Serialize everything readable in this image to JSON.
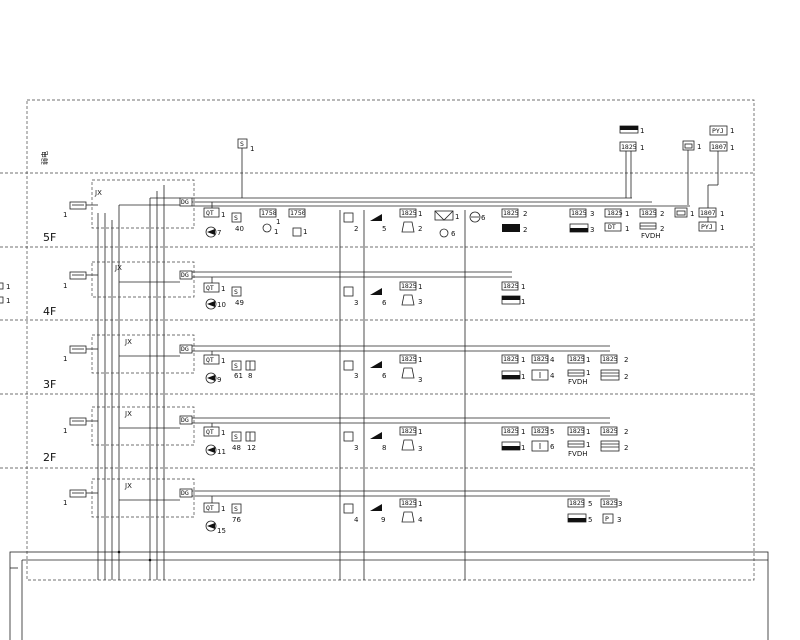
{
  "labels": {
    "top_left": "弱电",
    "jx": "JX",
    "dg": "DG",
    "qt": "QT",
    "s": "S",
    "c1825": "1825",
    "c1750": "1750",
    "c1758": "1758",
    "dt": "DT",
    "c1807": "1807",
    "pyj": "PYJ",
    "fvdh": "FVDH",
    "p": "P"
  },
  "floors": [
    {
      "name": "5F"
    },
    {
      "name": "4F"
    },
    {
      "name": "3F"
    },
    {
      "name": "2F"
    },
    {
      "name": ""
    }
  ],
  "counts": {
    "roof": {
      "s": "1",
      "black": "1",
      "c1825": "1",
      "phone": "1",
      "c1807": "1",
      "pyj": "1"
    },
    "f5": {
      "qt": "1",
      "qtv": "7",
      "s": "40",
      "c1758a": "1",
      "c1758b": "1",
      "c1750a": "1",
      "c1750b": "1",
      "te": "2",
      "tri": "5",
      "c1825a": "1",
      "c1825b": "2",
      "cross": "1",
      "crossb": "6",
      "circle": "6",
      "c1825c": "2",
      "blk": "2",
      "c1825d": "3",
      "blk2": "3",
      "dt1": "1",
      "dt2": "1",
      "c1825e": "2",
      "fvdh": "2",
      "phone": "1",
      "c1807": "1",
      "pyj": "1",
      "jx": "1"
    },
    "f4": {
      "qt": "1",
      "qtv": "10",
      "s": "49",
      "te": "3",
      "tri": "6",
      "c1825a": "1",
      "c1825b": "3",
      "c1825c": "1",
      "blk": "1",
      "jx": "1"
    },
    "f3": {
      "qt": "1",
      "qtv": "9",
      "s": "61",
      "s2": "8",
      "te": "3",
      "tri": "6",
      "c1825a": "1",
      "c1825b": "3",
      "c1825c": "1",
      "blk": "1",
      "c1825d": "4",
      "d4": "4",
      "c1825e": "1",
      "fvdh": "1",
      "c1825f": "2",
      "grid": "2",
      "jx": "1"
    },
    "f2": {
      "qt": "1",
      "qtv": "11",
      "s": "48",
      "s2": "12",
      "te": "3",
      "tri": "8",
      "c1825a": "1",
      "c1825b": "3",
      "c1825c": "1",
      "blk": "1",
      "c1825d": "5",
      "d6": "6",
      "c1825e": "1",
      "fvdh": "1",
      "c1825f": "2",
      "grid": "2",
      "jx": "1"
    },
    "f1": {
      "qt": "1",
      "qtv": "15",
      "s": "76",
      "te": "4",
      "tri": "9",
      "c1825a": "1",
      "c1825b": "4",
      "c1825c": "5",
      "blk": "5",
      "c1825d": "3",
      "p": "3",
      "jx": "1"
    },
    "left_edge": [
      "1",
      "1"
    ]
  }
}
